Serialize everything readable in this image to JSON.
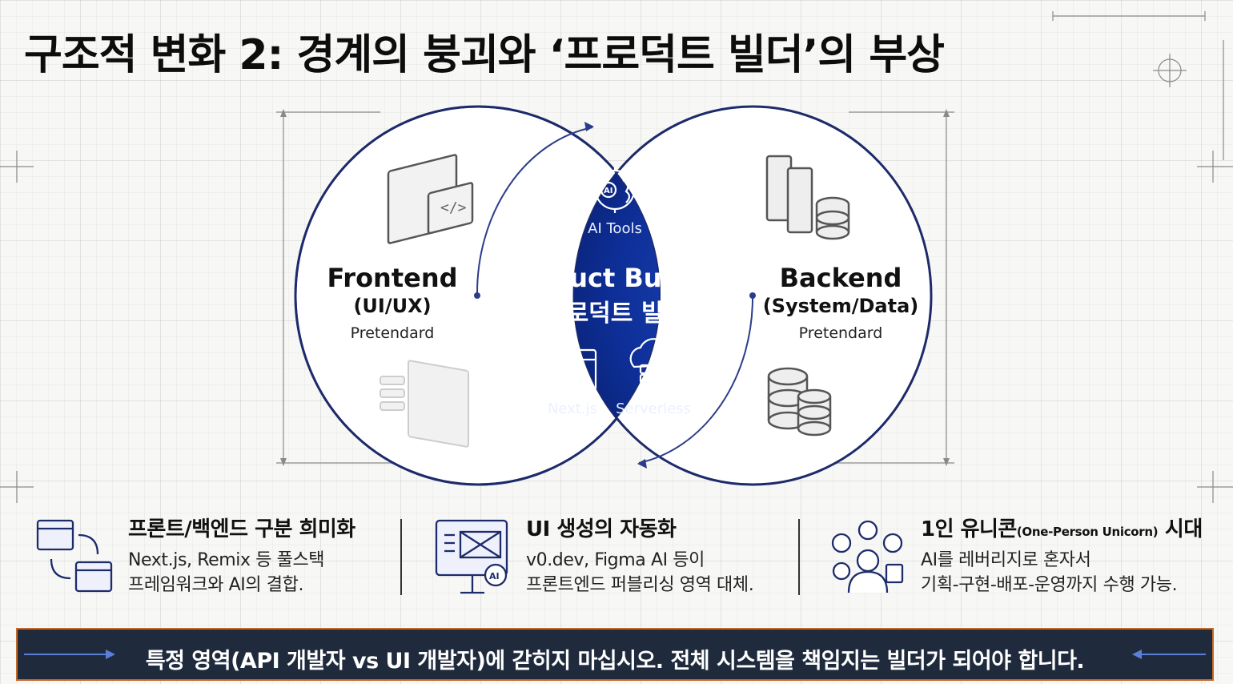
{
  "title": "구조적 변화 2: 경계의 붕괴와 ‘프로덕트 빌더’의 부상",
  "venn": {
    "left": {
      "title": "Frontend",
      "subtitle": "(UI/UX)",
      "font": "Pretendard"
    },
    "right": {
      "title": "Backend",
      "subtitle": "(System/Data)",
      "font": "Pretendard"
    },
    "center": {
      "title": "Product Builder",
      "subtitle": "(프로덕트 빌더)",
      "ai_label": "AI Tools",
      "tools": [
        "Next.js",
        "Serverless"
      ]
    }
  },
  "cards": [
    {
      "heading": "프론트/백엔드 구분 희미화",
      "lines": [
        "Next.js, Remix 등 풀스택",
        "프레임워크와 AI의 결합."
      ]
    },
    {
      "heading": "UI 생성의 자동화",
      "lines": [
        "v0.dev, Figma AI 등이",
        "프론트엔드 퍼블리싱 영역 대체."
      ]
    },
    {
      "heading": "1인 유니콘",
      "heading_small": "(One-Person Unicorn)",
      "heading_tail": "시대",
      "lines": [
        "AI를 레버리지로 혼자서",
        "기획-구현-배포-운영까지 수행 가능."
      ]
    }
  ],
  "banner": "특정 영역(API 개발자 vs UI 개발자)에 갇히지 마십시오. 전체 시스템을 책임지는 빌더가 되어야 합니다.",
  "colors": {
    "navy": "#0b2a86",
    "ring": "#1d2b6b",
    "banner_bg": "#1f2b3d",
    "banner_border": "#c46a2a"
  }
}
